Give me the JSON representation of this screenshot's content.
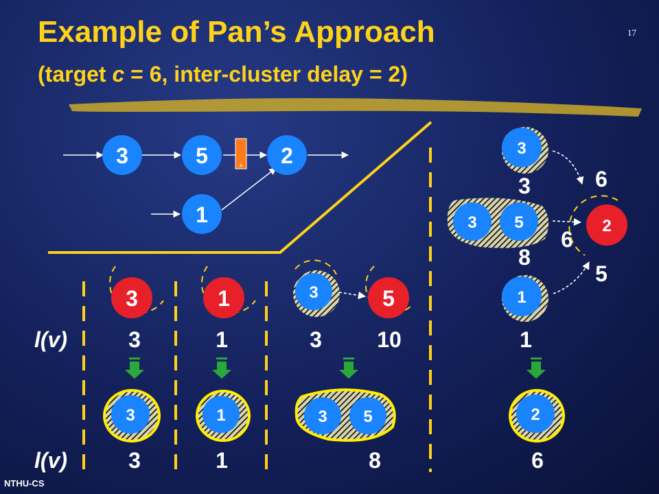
{
  "slide": {
    "title_line1": "Example of Pan’s Approach",
    "title_line2_prefix": "(target ",
    "title_line2_var": "c",
    "title_line2_suffix": " = 6, inter-cluster delay = 2)",
    "page_number": "17",
    "footer": "NTHU-CS",
    "row_label_l": "l",
    "row_label_v": "(v)"
  },
  "colors": {
    "title": "#ffd21a",
    "node_blue": "#1a84ff",
    "node_red": "#e8202a",
    "accent_yellow": "#ffd21a",
    "arrow_green": "#2ba83a",
    "register_orange": "#ff7a1a"
  },
  "input_graph": {
    "nodes": [
      "3",
      "5",
      "2",
      "1"
    ],
    "register_mark": ">"
  },
  "steps": [
    {
      "node": "3",
      "l_before": "3",
      "cluster": [
        "3"
      ],
      "l_after": "3"
    },
    {
      "node": "1",
      "l_before": "1",
      "cluster": [
        "1"
      ],
      "l_after": "1"
    },
    {
      "cluster_input": "3",
      "node": "5",
      "l_before_input": "3",
      "l_before": "10",
      "cluster": [
        "3",
        "5"
      ],
      "l_after": "8"
    },
    {
      "node": "2",
      "l_before": "1",
      "cluster": [
        "2"
      ],
      "l_after": "6"
    }
  ],
  "final_step": {
    "top_node": "3",
    "top_label": "3",
    "top_edge_label": "6",
    "cluster_nodes": [
      "3",
      "5"
    ],
    "cluster_top_label": "8",
    "cluster_edge_label": "6",
    "target_node": "2",
    "bottom_node": "1",
    "bottom_edge_label": "5"
  }
}
